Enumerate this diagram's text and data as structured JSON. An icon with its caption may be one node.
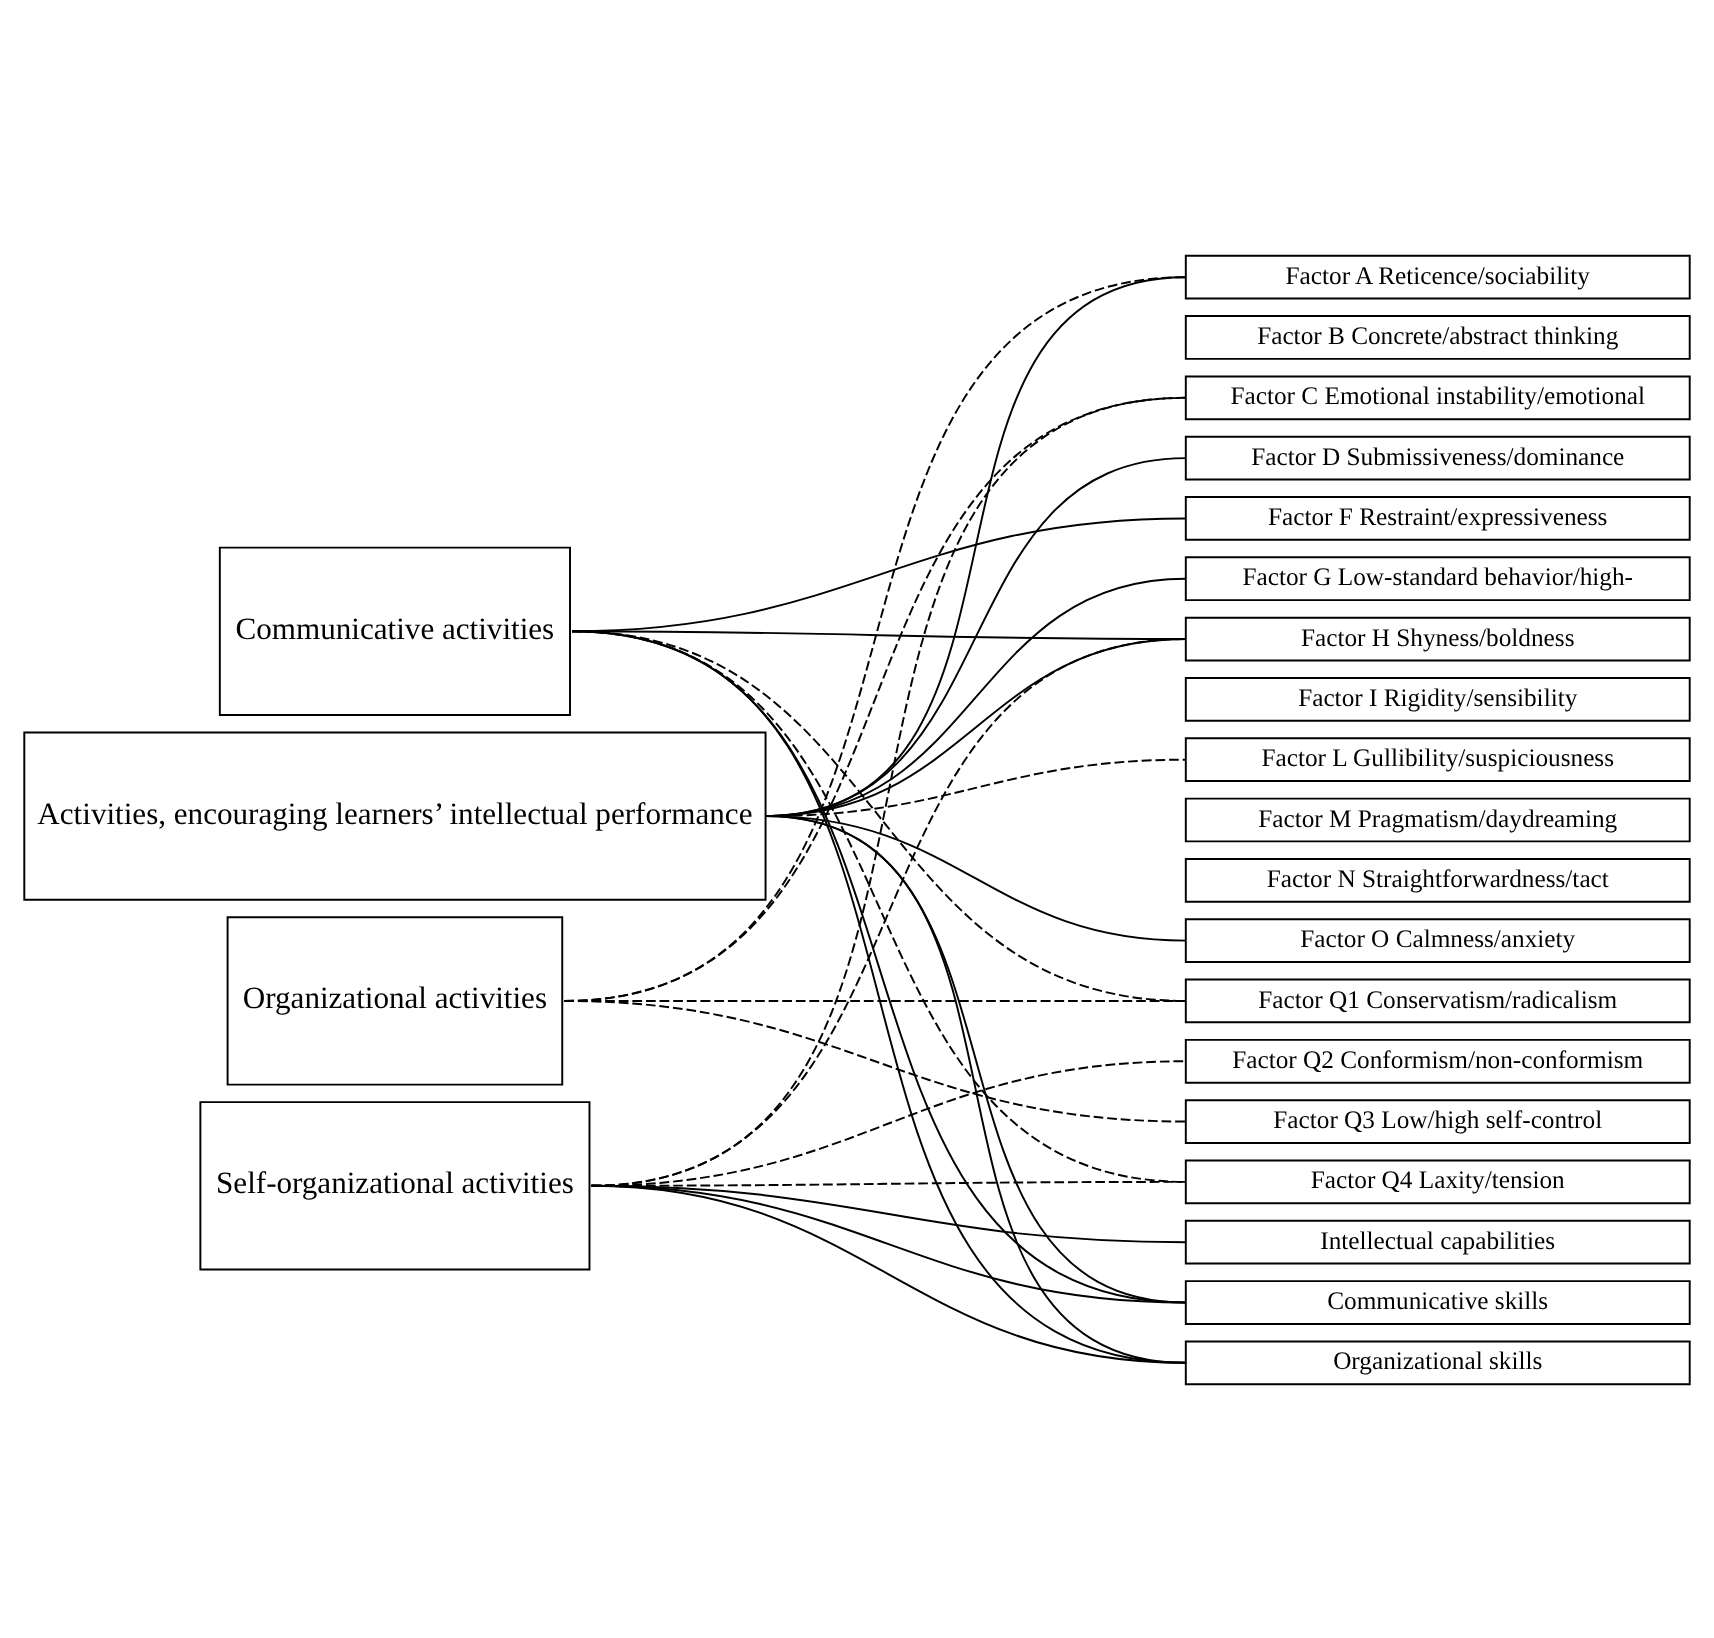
{
  "diagram": {
    "nodes": [
      {
        "text": [
          "Communicative activities"
        ]
      },
      {
        "text": [
          "Activities, encouraging learners’ intellectual performance"
        ]
      },
      {
        "text": [
          "Organizational activities"
        ]
      },
      {
        "text": [
          "Self-organizational activities"
        ]
      },
      {
        "text": [
          "Factor A Reticence/sociability"
        ]
      },
      {
        "text": [
          "Factor B Concrete/abstract thinking"
        ]
      },
      {
        "text": [
          "Factor C Emotional instability/emotional"
        ]
      },
      {
        "text": [
          "Factor D Submissiveness/dominance"
        ]
      },
      {
        "text": [
          "Factor F Restraint/expressiveness"
        ]
      },
      {
        "text": [
          "Factor G Low-standard behavior/high-"
        ]
      },
      {
        "text": [
          "Factor H Shyness/boldness"
        ]
      },
      {
        "text": [
          "Factor I Rigidity/sensibility"
        ]
      },
      {
        "text": [
          "Factor L Gullibility/suspiciousness"
        ]
      },
      {
        "text": [
          "Factor M Pragmatism/daydreaming"
        ]
      },
      {
        "text": [
          "Factor N Straightforwardness/tact"
        ]
      },
      {
        "text": [
          "Factor O Calmness/anxiety"
        ]
      },
      {
        "text": [
          "Factor Q1 Conservatism/radicalism"
        ]
      },
      {
        "text": [
          "Factor Q2 Conformism/non-conformism"
        ]
      },
      {
        "text": [
          "Factor Q3 Low/high self-control"
        ]
      },
      {
        "text": [
          "Factor Q4 Laxity/tension"
        ]
      },
      {
        "text": [
          "Intellectual capabilities"
        ]
      },
      {
        "text": [
          "Communicative skills"
        ]
      },
      {
        "text": [
          "Organizational skills"
        ]
      }
    ],
    "edges": [
      {
        "from": 0,
        "to": 8,
        "arrow": "none"
      },
      {
        "from": 0,
        "to": 10,
        "arrow": "none"
      },
      {
        "from": 0,
        "to": 21,
        "arrow": "none"
      },
      {
        "from": 0,
        "to": 22,
        "arrow": "none"
      },
      {
        "from": 0,
        "to": 16,
        "arrow": "none",
        "style": "dashed"
      },
      {
        "from": 0,
        "to": 19,
        "arrow": "none",
        "style": "dashed"
      },
      {
        "from": 1,
        "to": 4,
        "arrow": "none"
      },
      {
        "from": 1,
        "to": 7,
        "arrow": "none"
      },
      {
        "from": 1,
        "to": 9,
        "arrow": "none"
      },
      {
        "from": 1,
        "to": 10,
        "arrow": "none"
      },
      {
        "from": 1,
        "to": 15,
        "arrow": "none"
      },
      {
        "from": 1,
        "to": 21,
        "arrow": "none"
      },
      {
        "from": 1,
        "to": 22,
        "arrow": "none"
      },
      {
        "from": 1,
        "to": 12,
        "arrow": "none",
        "style": "dashed"
      },
      {
        "from": 2,
        "to": 4,
        "arrow": "none",
        "style": "dashed"
      },
      {
        "from": 2,
        "to": 6,
        "arrow": "none",
        "style": "dashed"
      },
      {
        "from": 2,
        "to": 16,
        "arrow": "none",
        "style": "dashed"
      },
      {
        "from": 2,
        "to": 18,
        "arrow": "none",
        "style": "dashed"
      },
      {
        "from": 3,
        "to": 6,
        "arrow": "none",
        "style": "dashed"
      },
      {
        "from": 3,
        "to": 10,
        "arrow": "none",
        "style": "dashed"
      },
      {
        "from": 3,
        "to": 17,
        "arrow": "none",
        "style": "dashed"
      },
      {
        "from": 3,
        "to": 19,
        "arrow": "none",
        "style": "dashed"
      },
      {
        "from": 3,
        "to": 20,
        "arrow": "none"
      },
      {
        "from": 3,
        "to": 21,
        "arrow": "none"
      },
      {
        "from": 3,
        "to": 22,
        "arrow": "none"
      }
    ]
  }
}
